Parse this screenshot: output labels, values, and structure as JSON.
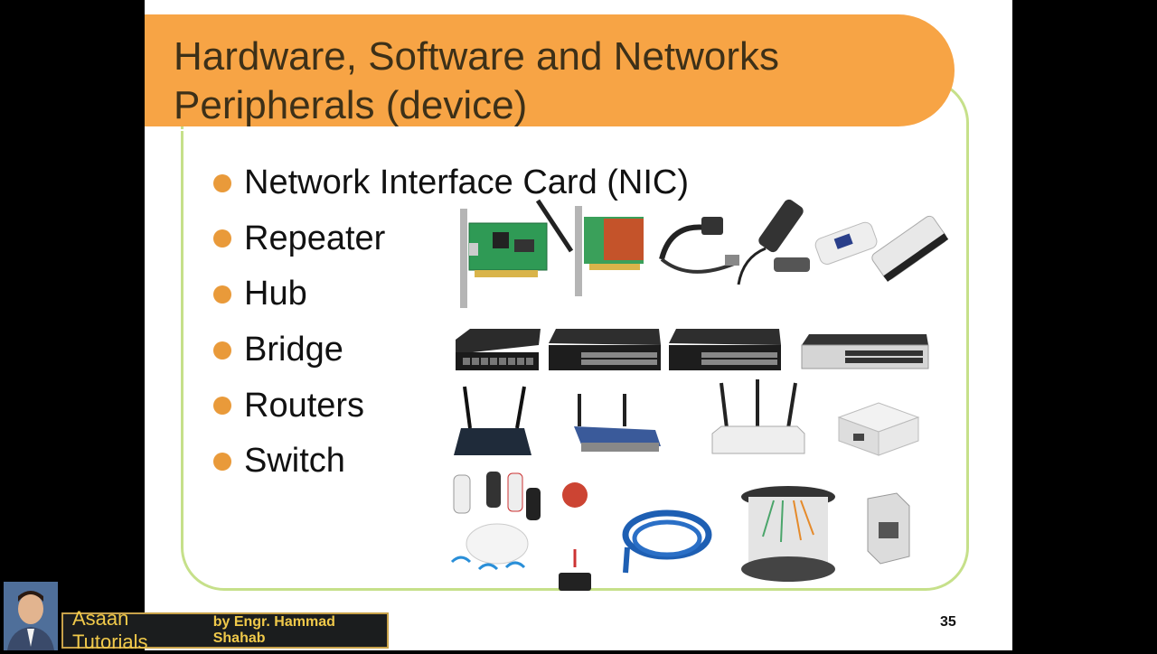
{
  "slide": {
    "title_line1": "Hardware, Software and Networks",
    "title_line2": "Peripherals (device)",
    "bullets": [
      "Network Interface Card (NIC)",
      "Repeater",
      "Hub",
      "Bridge",
      "Routers",
      "Switch"
    ],
    "page_number": "35"
  },
  "branding": {
    "channel": "Asaan Tutorials",
    "author": "by Engr. Hammad Shahab"
  },
  "device_images": [
    "nic-card",
    "wireless-nic-card",
    "usb-adapter",
    "usb-wifi-adapter",
    "usb-wifi-dongle",
    "usb-wifi-stick",
    "switch-8-port",
    "switch-24-port",
    "switch-24-port",
    "switch-rack",
    "router-two-antenna",
    "router-linksys",
    "router-three-antenna",
    "mini-router",
    "3g-wifi-router",
    "network-cable",
    "cable-spool",
    "rj45-jack"
  ],
  "colors": {
    "title_bar": "#f7a445",
    "frame": "#c6e08a",
    "bullet_dot": "#e99a3a",
    "banner_text": "#f0c94a"
  }
}
